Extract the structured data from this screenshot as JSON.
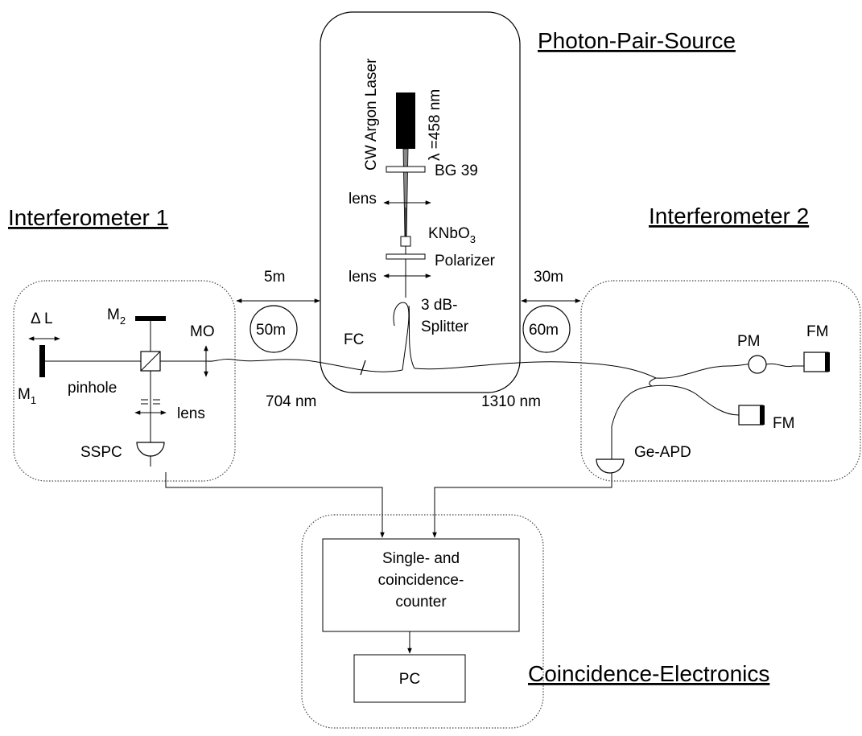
{
  "sections": {
    "source": "Photon-Pair-Source",
    "interferometer1": "Interferometer 1",
    "interferometer2": "Interferometer 2",
    "electronics": "Coincidence-Electronics"
  },
  "source": {
    "laser": "CW Argon Laser",
    "wavelength_symbol": "λ",
    "wavelength_value": "=458 nm",
    "filter": "BG 39",
    "lens_top": "lens",
    "crystal_main": "KNbO",
    "crystal_sub": "3",
    "polarizer": "Polarizer",
    "lens_bottom": "lens",
    "splitter_line1": "3 dB-",
    "splitter_line2": "Splitter",
    "fiber_connector": "FC"
  },
  "distances": {
    "left_free": "5m",
    "right_free": "30m",
    "left_spool": "50m",
    "right_spool": "60m",
    "left_wavelength": "704 nm",
    "right_wavelength": "1310 nm"
  },
  "interferometer1": {
    "delta": "Δ",
    "delta_L": "L",
    "m1": "M",
    "m1_sub": "1",
    "m2": "M",
    "m2_sub": "2",
    "mo": "MO",
    "pinhole": "pinhole",
    "lens": "lens",
    "detector": "SSPC"
  },
  "interferometer2": {
    "pm": "PM",
    "fm_top": "FM",
    "fm_bottom": "FM",
    "detector": "Ge-APD"
  },
  "electronics": {
    "counter_line1": "Single- and",
    "counter_line2": "coincidence-",
    "counter_line3": "counter",
    "pc": "PC"
  }
}
